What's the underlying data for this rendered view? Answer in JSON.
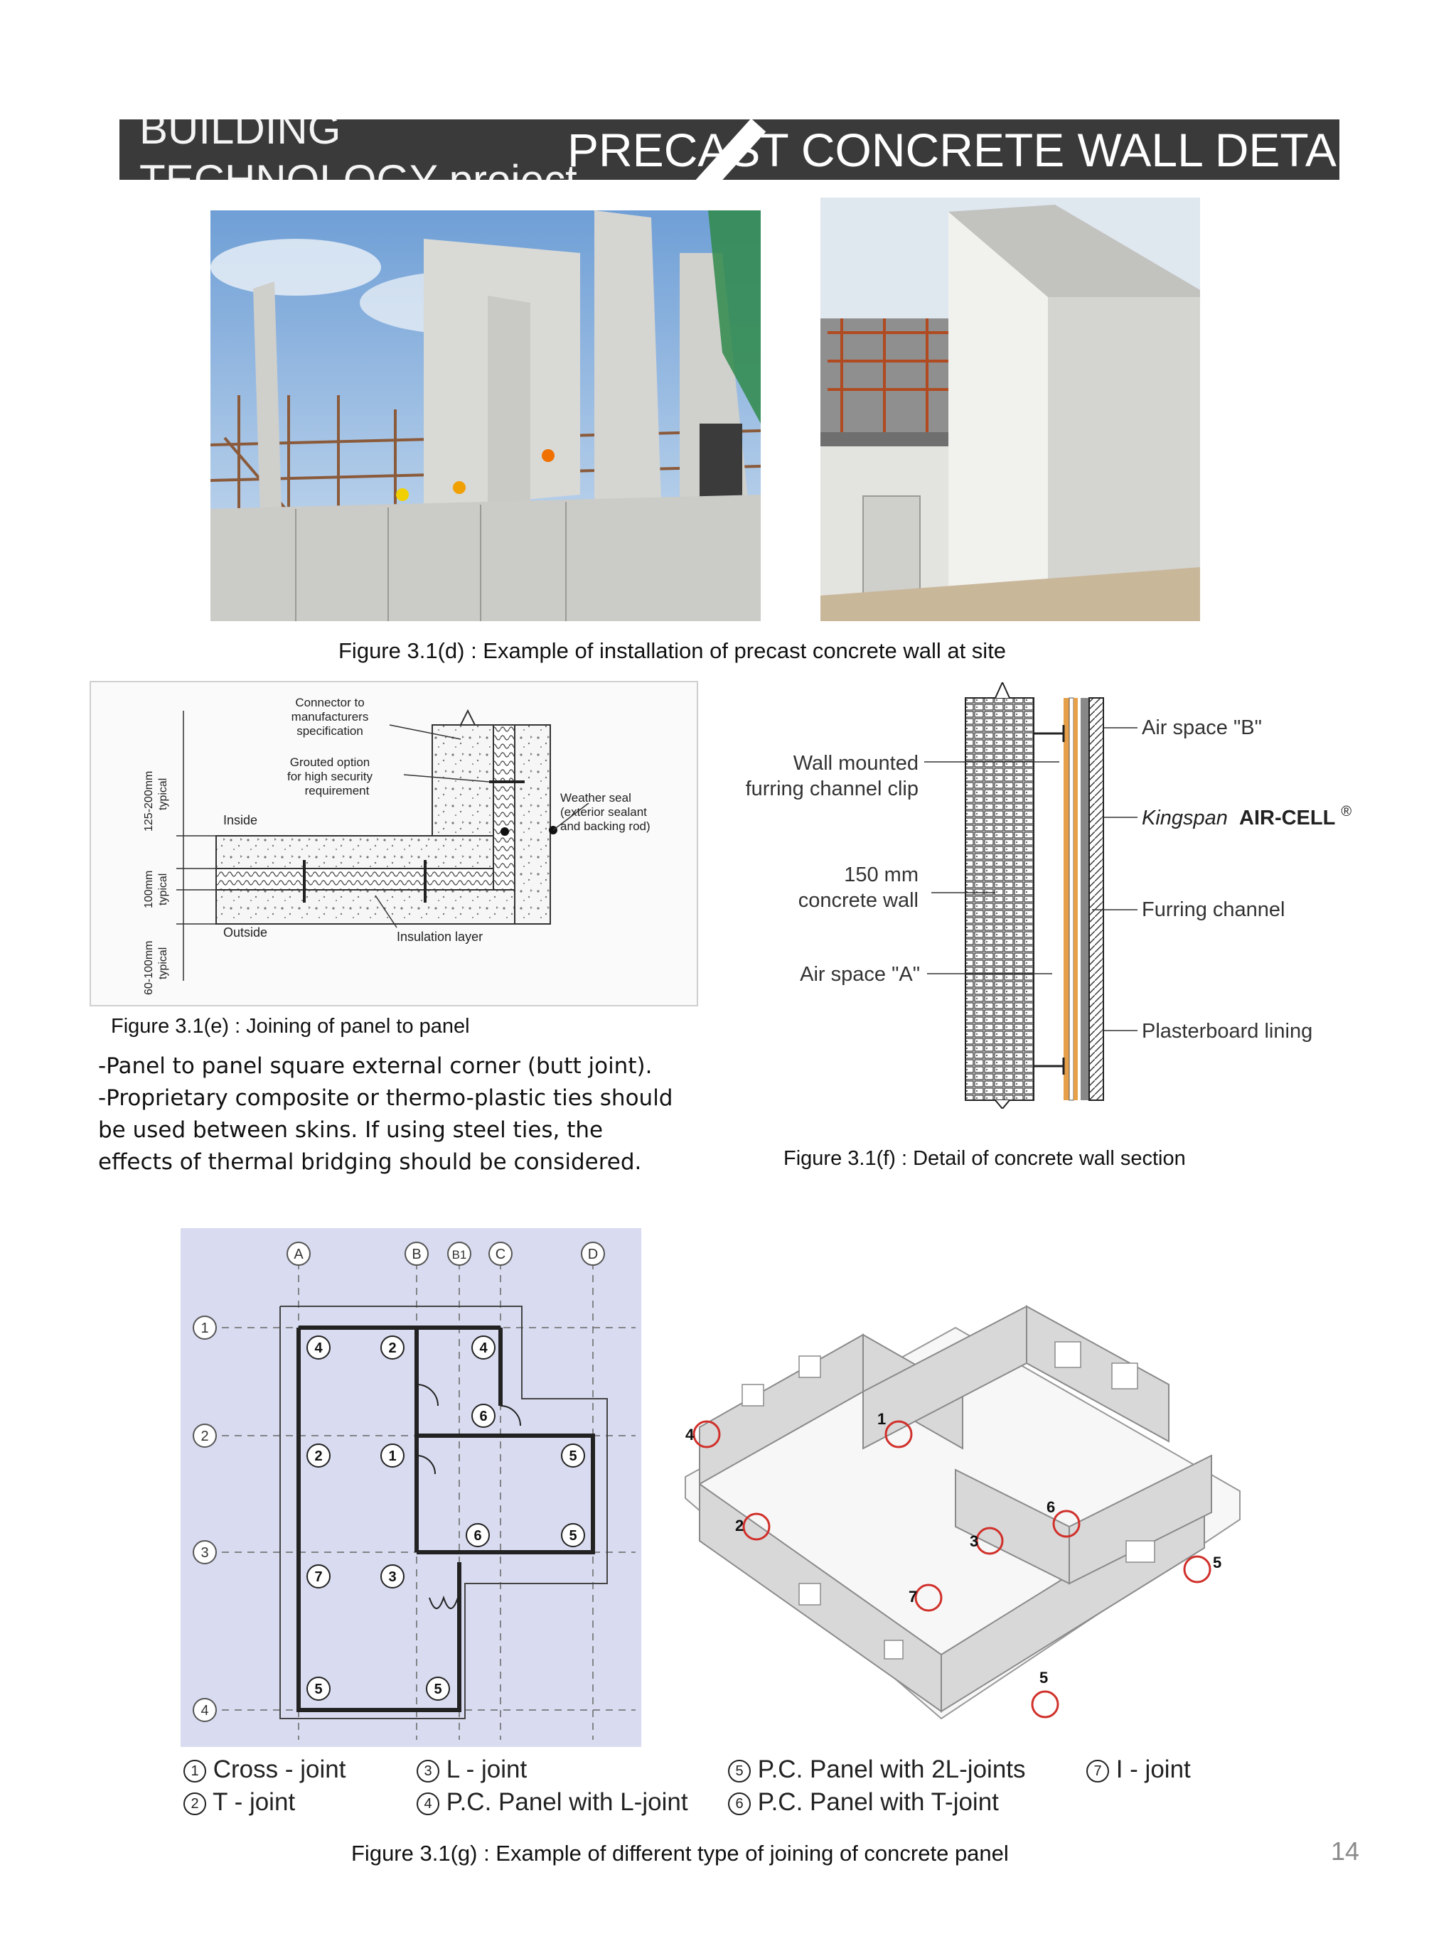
{
  "header": {
    "left_title": "BUILDING\nTECHNOLOGY project",
    "right_title": "PRECAST CONCRETE WALL DETA"
  },
  "figures": {
    "d": {
      "caption": "Figure 3.1(d) : Example of installation of precast concrete wall at site"
    },
    "e": {
      "caption": "Figure 3.1(e) : Joining of panel to panel",
      "labels": {
        "connector": "Connector to\nmanufacturers\nspecification",
        "grouted": "Grouted option\nfor high security\nrequirement",
        "weather": "Weather seal\n(exterior sealant\nand backing rod)",
        "inside": "Inside",
        "outside": "Outside",
        "insulation": "Insulation layer",
        "dim1": "125-200mm\ntypical",
        "dim2": "100mm\ntypical",
        "dim3": "60-100mm\ntypical"
      }
    },
    "f": {
      "caption": "Figure 3.1(f) : Detail of concrete wall section",
      "labels": {
        "air_b": "Air space \"B\"",
        "clip": "Wall mounted\nfurring channel clip",
        "kingspan": "Kingspan",
        "aircell": "AIR-CELL",
        "reg": "®",
        "wall": "150 mm\nconcrete wall",
        "furring": "Furring channel",
        "air_a": "Air space \"A\"",
        "plaster": "Plasterboard lining"
      }
    },
    "g": {
      "caption": "Figure 3.1(g) : Example of different type of joining of concrete panel",
      "grid_cols": [
        "A",
        "B",
        "B1",
        "C",
        "D"
      ],
      "grid_rows": [
        "1",
        "2",
        "3",
        "4"
      ],
      "legend": [
        {
          "num": "1",
          "label": "Cross - joint"
        },
        {
          "num": "2",
          "label": "T - joint"
        },
        {
          "num": "3",
          "label": "L - joint"
        },
        {
          "num": "4",
          "label": "P.C. Panel with L-joint"
        },
        {
          "num": "5",
          "label": "P.C. Panel with 2L-joints"
        },
        {
          "num": "6",
          "label": "P.C. Panel with T-joint"
        },
        {
          "num": "7",
          "label": "I - joint"
        }
      ]
    }
  },
  "notes": "-Panel to panel square external corner (butt joint).\n-Proprietary composite or thermo-plastic ties should be used between skins. If using steel ties, the effects of thermal bridging should be considered.",
  "page_number": "14"
}
